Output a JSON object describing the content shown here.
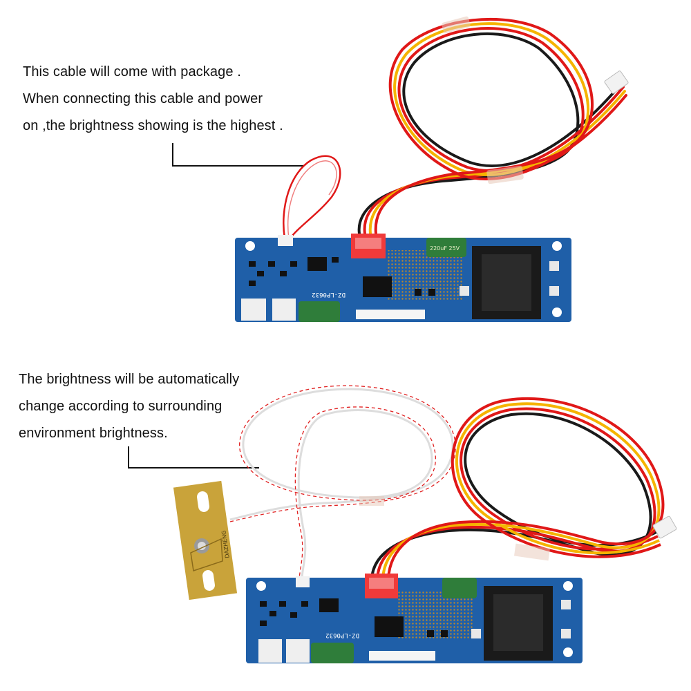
{
  "top_section": {
    "caption_lines": [
      "This cable will come with package .",
      " When connecting this cable and power",
      " on ,the brightness showing is the highest ."
    ],
    "board_label": "DZ-LP0632",
    "capacitor_label": "220uF 25V"
  },
  "bottom_section": {
    "caption_lines": [
      "The brightness will be automatically",
      " change according to surrounding",
      "environment brightness."
    ],
    "board_label": "DZ-LP0632",
    "sensor_label": "DAZHENG"
  },
  "colors": {
    "pcb": "#1f5fa8",
    "wire_red": "#e01818",
    "wire_yellow": "#f5b400",
    "wire_black": "#1a1a1a",
    "connector_red": "#f03a3a",
    "sensor_board": "#c9a33a"
  }
}
